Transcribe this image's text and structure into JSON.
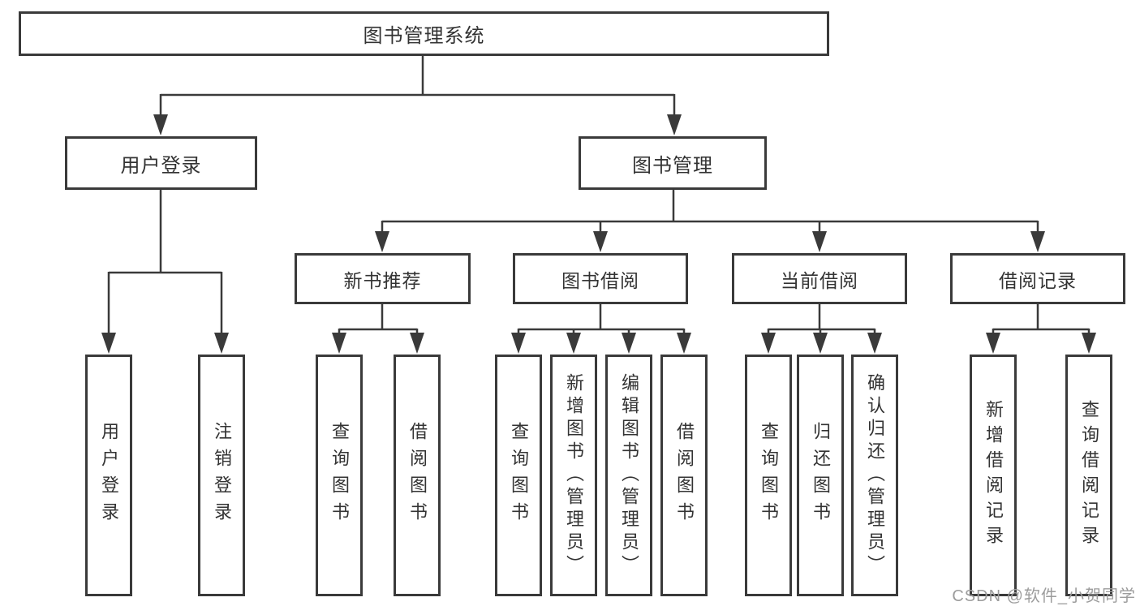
{
  "tree": {
    "root": {
      "label": "图书管理系统"
    },
    "children": [
      {
        "label": "用户登录",
        "children": [
          {
            "label": "用户登录"
          },
          {
            "label": "注销登录"
          }
        ]
      },
      {
        "label": "图书管理",
        "children": [
          {
            "label": "新书推荐",
            "children": [
              {
                "label": "查询图书"
              },
              {
                "label": "借阅图书"
              }
            ]
          },
          {
            "label": "图书借阅",
            "children": [
              {
                "label": "查询图书"
              },
              {
                "label": "新增图书（管理员）"
              },
              {
                "label": "编辑图书（管理员）"
              },
              {
                "label": "借阅图书"
              }
            ]
          },
          {
            "label": "当前借阅",
            "children": [
              {
                "label": "查询图书"
              },
              {
                "label": "归还图书"
              },
              {
                "label": "确认归还（管理员）"
              }
            ]
          },
          {
            "label": "借阅记录",
            "children": [
              {
                "label": "新增借阅记录"
              },
              {
                "label": "查询借阅记录"
              }
            ]
          }
        ]
      }
    ]
  },
  "watermark": {
    "text": "CSDN @软件_小贺同学"
  },
  "colors": {
    "line": "#3a3a3a",
    "text": "#333333",
    "watermark": "#9c9c9c",
    "background": "#ffffff"
  }
}
